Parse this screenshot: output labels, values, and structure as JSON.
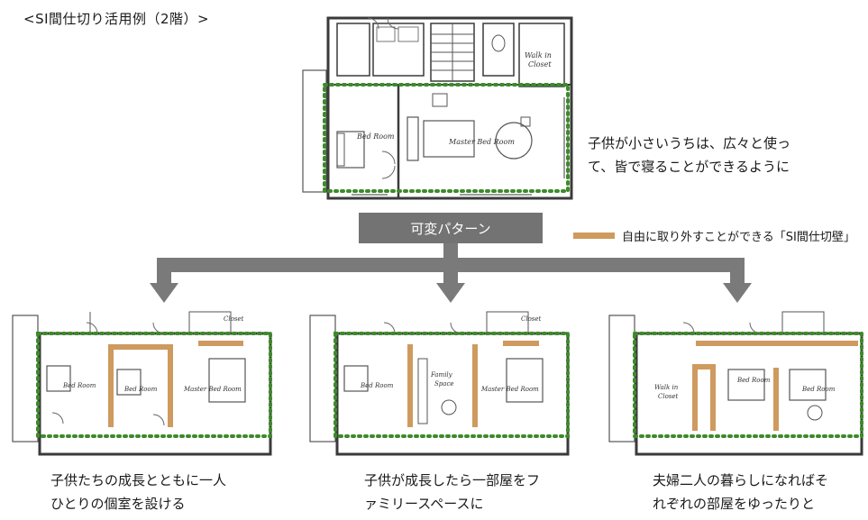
{
  "title": "<SI間仕切り活用例（2階）>",
  "captions": {
    "top_line1": "子供が小さいうちは、広々と使っ",
    "top_line2": "て、皆で寝ることができるように",
    "p1_line1": "子供たちの成長とともに一人",
    "p1_line2": "ひとりの個室を設ける",
    "p2_line1": "子供が成長したら一部屋をフ",
    "p2_line2": "ァミリースペースに",
    "p3_line1": "夫婦二人の暮らしになればそ",
    "p3_line2": "れぞれの部屋をゆったりと"
  },
  "pattern_label": "可変パターン",
  "legend_label": "自由に取り外すことができる「SI間仕切壁」",
  "room_labels": {
    "bed_room": "Bed Room",
    "master_bed_room": "Master Bed Room",
    "walk_in_closet_1": "Walk in",
    "walk_in_closet_2": "Closet",
    "family_space_1": "Family",
    "family_space_2": "Space",
    "closet": "Closet"
  },
  "colors": {
    "wall": "#3a3a3a",
    "partition": "#cf9a5f",
    "dotted_outline": "#3d8a2a",
    "arrow": "#7a7a7a",
    "pattern_box": "#737373"
  }
}
